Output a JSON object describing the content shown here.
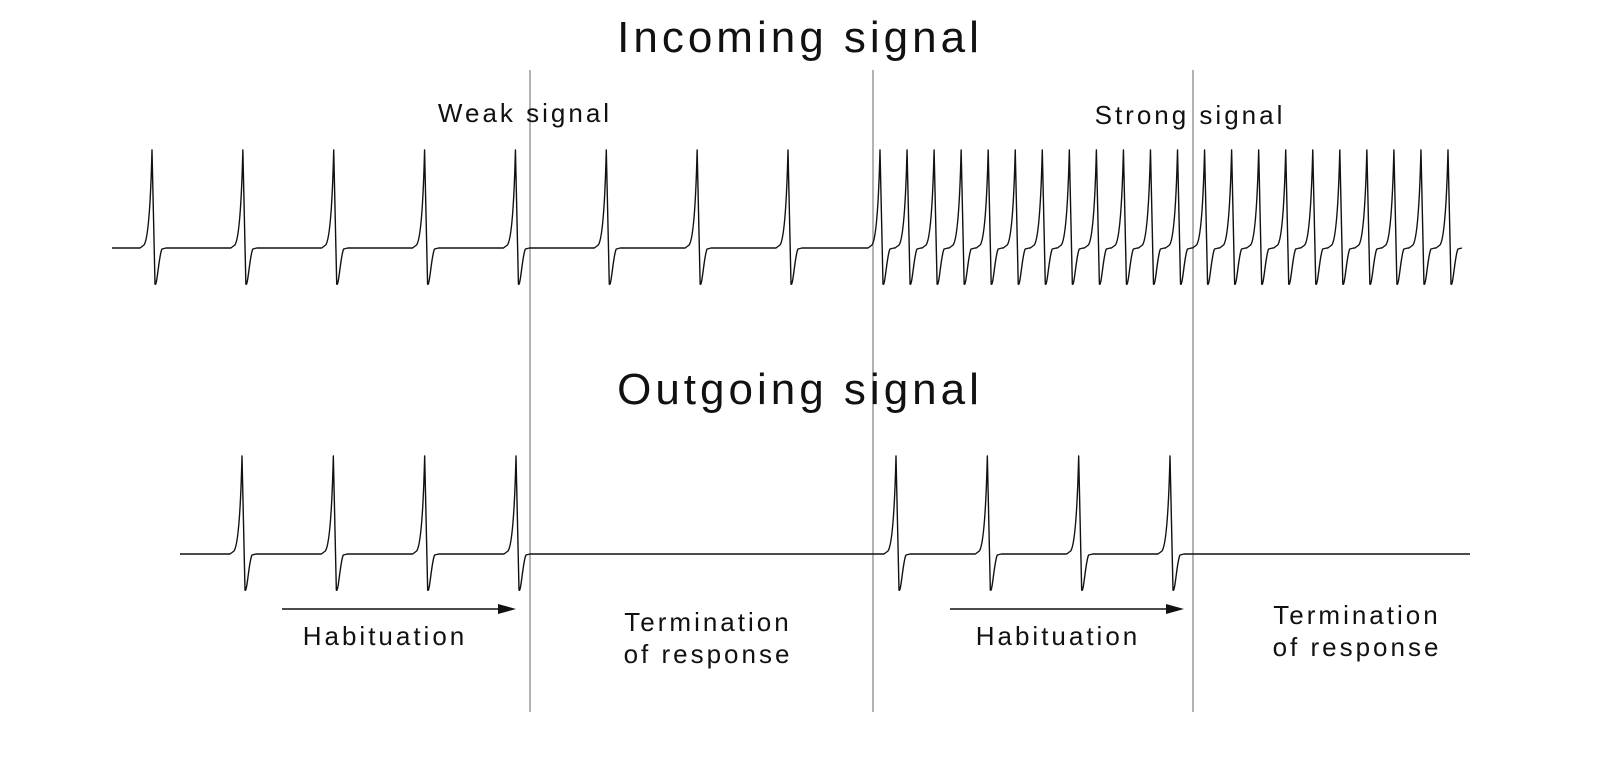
{
  "titles": {
    "incoming": "Incoming signal",
    "outgoing": "Outgoing signal"
  },
  "labels": {
    "weak": "Weak signal",
    "strong": "Strong signal",
    "habituation_1": "Habituation",
    "termination_1_line1": "Termination",
    "termination_1_line2": "of response",
    "habituation_2": "Habituation",
    "termination_2_line1": "Termination",
    "termination_2_line2": "of response"
  },
  "colors": {
    "trace": "#111111",
    "divider": "#9a9a9a"
  },
  "incoming_trace": {
    "weak_phase_spikes": 8,
    "strong_phase_spikes": 22
  },
  "outgoing_trace": {
    "habituation_1_spikes": 4,
    "habituation_2_spikes": 4
  }
}
